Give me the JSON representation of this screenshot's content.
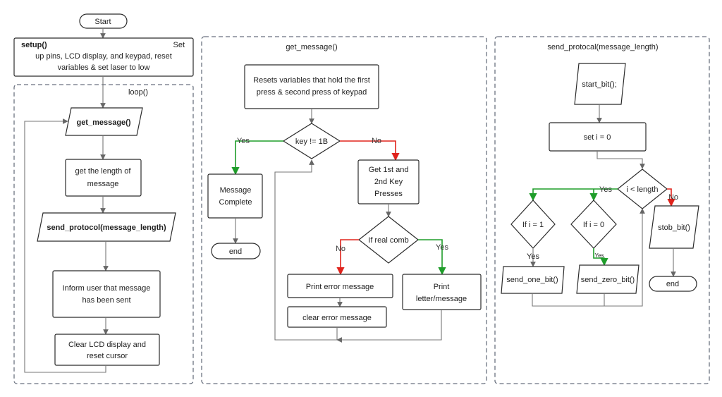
{
  "main": {
    "start": "Start",
    "setup_bold": "setup()",
    "setup_set": "Set",
    "setup_line2": "up pins, LCD display, and keypad, reset",
    "setup_line3": "variables & set laser to low",
    "loop_title": "loop()",
    "get_message_call": "get_message()",
    "length_line1": "get the length of",
    "length_line2": "message",
    "send_protocol_call": "send_protocol(message_length)",
    "inform_line1": "Inform user that message",
    "inform_line2": "has been sent",
    "clear_line1": "Clear LCD display and",
    "clear_line2": "reset cursor"
  },
  "get_message": {
    "title": "get_message()",
    "reset_line1": "Resets variables that hold the first",
    "reset_line2": "press & second press of keypad",
    "decision": "key !=  1B",
    "yes": "Yes",
    "no": "No",
    "complete_line1": "Message",
    "complete_line2": "Complete",
    "end": "end",
    "get_keys_line1": "Get 1st and",
    "get_keys_line2": "2nd Key",
    "get_keys_line3": "Presses",
    "real_comb": "If real comb",
    "no2": "No",
    "yes2": "Yes",
    "print_error": "Print error message",
    "clear_error": "clear error message",
    "print_letter_line1": "Print",
    "print_letter_line2": "letter/message"
  },
  "send_protocol": {
    "title": "send_protocal(message_length)",
    "start_bit": "start_bit();",
    "set_i": "set i = 0",
    "loop_cond": "i < length",
    "yes": "Yes",
    "no": "No",
    "if_one": "If i = 1",
    "if_zero": "If i = 0",
    "yes_one": "Yes",
    "yes_zero": "Yes",
    "send_one": "send_one_bit()",
    "send_zero": "send_zero_bit()",
    "stob_bit": "stob_bit()",
    "end": "end"
  }
}
